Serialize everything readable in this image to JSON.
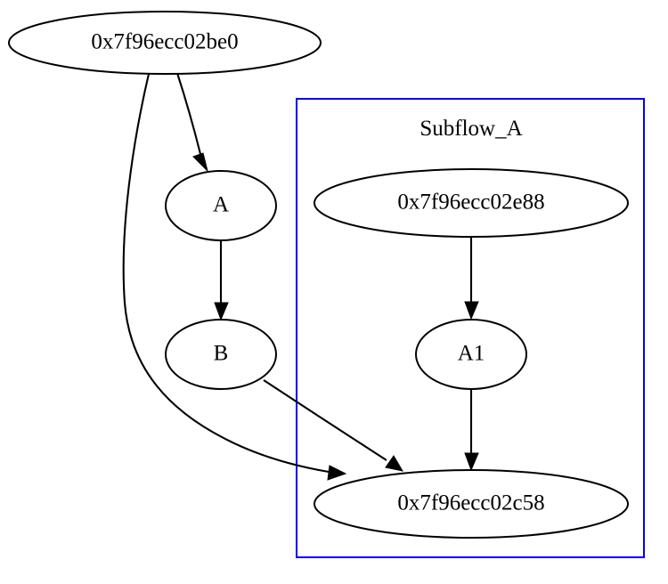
{
  "diagram": {
    "type": "directed-graph",
    "title": "",
    "background_color": "#ffffff",
    "node_shape": "ellipse",
    "node_stroke_color": "#000000",
    "node_fill_color": "#ffffff",
    "edge_color": "#000000",
    "cluster_stroke_color": "#0000ff"
  },
  "clusters": [
    {
      "id": "cluster_subflow_a",
      "label": "Subflow_A",
      "color": "#0000ff",
      "contains": [
        "node_e88",
        "node_a1",
        "node_c58"
      ]
    }
  ],
  "nodes": [
    {
      "id": "node_be0",
      "label": "0x7f96ecc02be0"
    },
    {
      "id": "node_a",
      "label": "A"
    },
    {
      "id": "node_b",
      "label": "B"
    },
    {
      "id": "node_e88",
      "label": "0x7f96ecc02e88"
    },
    {
      "id": "node_a1",
      "label": "A1"
    },
    {
      "id": "node_c58",
      "label": "0x7f96ecc02c58"
    }
  ],
  "edges": [
    {
      "id": "edge_be0_a",
      "from": "0x7f96ecc02be0",
      "to": "A",
      "arrow": true
    },
    {
      "id": "edge_be0_c58",
      "from": "0x7f96ecc02be0",
      "to": "0x7f96ecc02c58",
      "arrow": true
    },
    {
      "id": "edge_a_b",
      "from": "A",
      "to": "B",
      "arrow": true
    },
    {
      "id": "edge_b_c58",
      "from": "B",
      "to": "0x7f96ecc02c58",
      "arrow": true
    },
    {
      "id": "edge_e88_a1",
      "from": "0x7f96ecc02e88",
      "to": "A1",
      "arrow": true
    },
    {
      "id": "edge_a1_c58",
      "from": "A1",
      "to": "0x7f96ecc02c58",
      "arrow": true
    }
  ]
}
